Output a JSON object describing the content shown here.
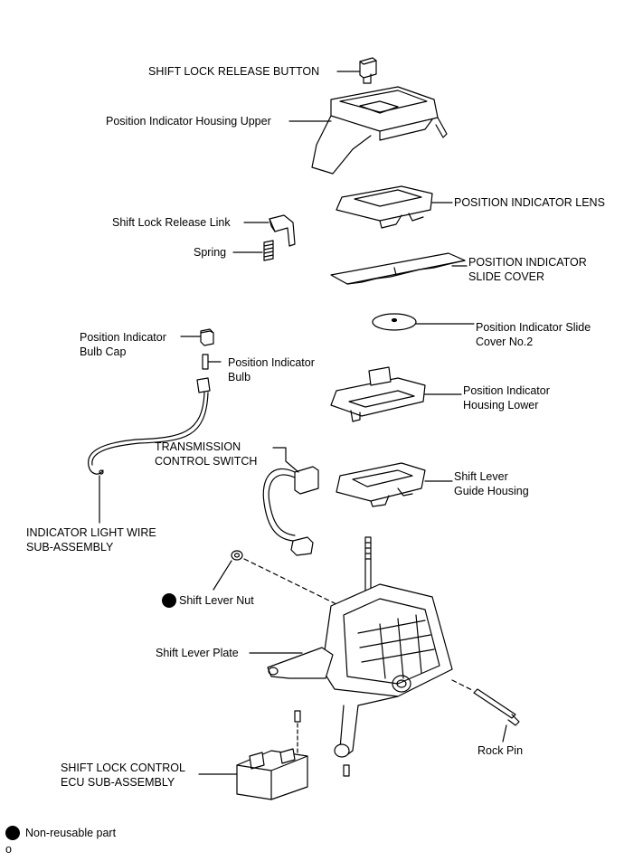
{
  "labels": {
    "shift_lock_release_button": "SHIFT LOCK RELEASE BUTTON",
    "position_indicator_housing_upper": "Position Indicator Housing Upper",
    "position_indicator_lens": "POSITION INDICATOR LENS",
    "shift_lock_release_link": "Shift Lock Release Link",
    "spring": "Spring",
    "slide_cover_line1": "POSITION INDICATOR",
    "slide_cover_line2": "SLIDE COVER",
    "slide_cover2_line1": "Position Indicator Slide",
    "slide_cover2_line2": "Cover No.2",
    "bulb_cap_line1": "Position Indicator",
    "bulb_cap_line2": "Bulb Cap",
    "bulb_line1": "Position Indicator",
    "bulb_line2": "Bulb",
    "housing_lower_line1": "Position Indicator",
    "housing_lower_line2": "Housing Lower",
    "trans_switch_line1": "TRANSMISSION",
    "trans_switch_line2": "CONTROL SWITCH",
    "guide_housing_line1": "Shift Lever",
    "guide_housing_line2": "Guide Housing",
    "wire_line1": "INDICATOR LIGHT WIRE",
    "wire_line2": "SUB-ASSEMBLY",
    "shift_lever_nut": "Shift Lever Nut",
    "shift_lever_plate": "Shift Lever Plate",
    "rock_pin": "Rock Pin",
    "ecu_line1": "SHIFT LOCK CONTROL",
    "ecu_line2": "ECU SUB-ASSEMBLY"
  },
  "legend": {
    "text": "Non-reusable part"
  },
  "corner_mark": "o"
}
